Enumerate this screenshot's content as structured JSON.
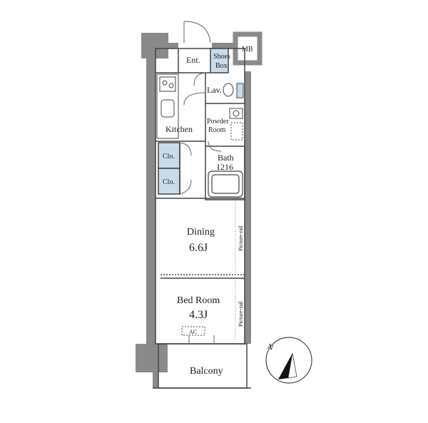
{
  "rooms": {
    "ent": "Ent.",
    "shoes": [
      "Shoes",
      "Box"
    ],
    "mb": "MB",
    "lav": "Lav.",
    "kitchen": "Kitchen",
    "powder": [
      "Powder",
      "Room"
    ],
    "bath": [
      "Bath",
      "1216"
    ],
    "clo1": "Clo.",
    "clo2": "Clo.",
    "dining": [
      "Dining",
      "6.6J"
    ],
    "bedroom": [
      "Bed Room",
      "4.3J"
    ],
    "ac": "AC",
    "balcony": "Balcony"
  },
  "rails": {
    "dining": "Picture-rail",
    "bedroom": "Picture-rail"
  },
  "compass": {
    "north": "N"
  },
  "colors": {
    "wall": "#8a8a8a",
    "closet": "#c9dcea",
    "line": "#444444"
  }
}
